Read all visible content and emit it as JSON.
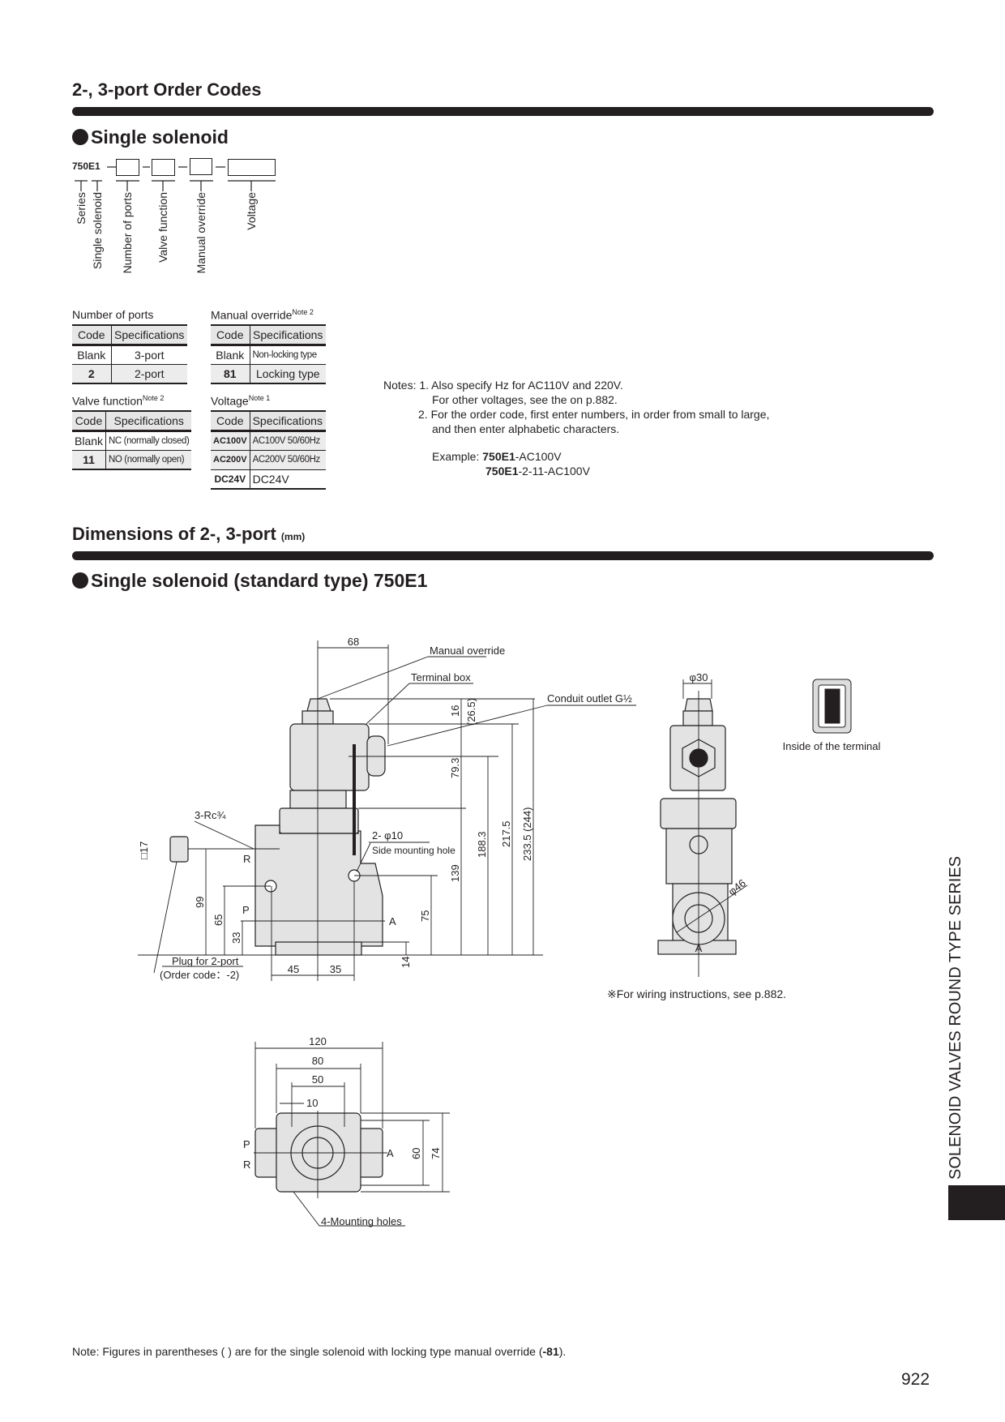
{
  "order_codes": {
    "title": "2-, 3-port Order Codes",
    "subtitle": "Single solenoid",
    "model_prefix": "750E1",
    "separator": "—",
    "code_labels": [
      "Series",
      "Single solenoid",
      "Number of ports",
      "Valve function",
      "Manual override",
      "Voltage"
    ],
    "tables": {
      "number_of_ports": {
        "caption": "Number of ports",
        "note": "",
        "headers": [
          "Code",
          "Specifications"
        ],
        "rows": [
          [
            "Blank",
            "3-port"
          ],
          [
            "2",
            "2-port"
          ]
        ]
      },
      "valve_function": {
        "caption": "Valve function",
        "note": "Note 2",
        "headers": [
          "Code",
          "Specifications"
        ],
        "rows": [
          [
            "Blank",
            "NC (normally closed)"
          ],
          [
            "11",
            "NO (normally open)"
          ]
        ]
      },
      "manual_override": {
        "caption": "Manual override",
        "note": "Note 2",
        "headers": [
          "Code",
          "Specifications"
        ],
        "rows": [
          [
            "Blank",
            "Non-locking type"
          ],
          [
            "81",
            "Locking type"
          ]
        ]
      },
      "voltage": {
        "caption": "Voltage",
        "note": "Note 1",
        "headers": [
          "Code",
          "Specifications"
        ],
        "rows": [
          [
            "AC100V",
            "AC100V 50/60Hz"
          ],
          [
            "AC200V",
            "AC200V 50/60Hz"
          ],
          [
            "DC24V",
            "DC24V"
          ]
        ]
      }
    },
    "notes": {
      "label": "Notes:",
      "n1a": "1. Also specify Hz for AC110V and 220V.",
      "n1b": "For other voltages, see the on p.882.",
      "n2a": "2. For the order code, first enter numbers, in order from small to large,",
      "n2b": "and then enter alphabetic characters.",
      "example_label": "Example:",
      "ex1_bold": "750E1",
      "ex1_rest": "-AC100V",
      "ex2_bold": "750E1",
      "ex2_rest": "-2-11-AC100V"
    }
  },
  "dimensions": {
    "title": "Dimensions of 2-, 3-port",
    "unit": "(mm)",
    "subtitle": "Single solenoid (standard type)  750E1",
    "front_view": {
      "d68": "68",
      "manual_override": "Manual override",
      "terminal_box": "Terminal box",
      "conduit": "Conduit outlet G½",
      "d16": "16",
      "d26_5": "(26.5)",
      "d79_3": "79.3",
      "rc": "3-Rc¾",
      "sq17": "□17",
      "R": "R",
      "hole1": "2- φ10",
      "hole2": "Side mounting hole",
      "d139": "139",
      "d188_3": "188.3",
      "d217_5": "217.5",
      "d233_5": "233.5 (244)",
      "d99": "99",
      "d65": "65",
      "d33": "33",
      "P": "P",
      "A": "A",
      "d75": "75",
      "d14": "14",
      "plug1": "Plug for 2-port",
      "plug2": "(Order code：-2)",
      "d45": "45",
      "d35": "35"
    },
    "side_view": {
      "d30": "φ30",
      "d46": "φ46",
      "A": "A",
      "terminal_caption": "Inside of the terminal",
      "wiring": "※For wiring instructions, see p.882."
    },
    "bottom_view": {
      "d120": "120",
      "d80": "80",
      "d50": "50",
      "d10": "10",
      "P": "P",
      "R": "R",
      "A": "A",
      "d60": "60",
      "d74": "74",
      "holes": "4-Mounting holes"
    }
  },
  "footer": {
    "note_a": "Note: Figures in parentheses (    ) are for the single solenoid with locking type manual override (",
    "note_b": "-81",
    "note_c": ").",
    "page": "922"
  },
  "side_tab": "SOLENOID VALVES ROUND TYPE SERIES"
}
